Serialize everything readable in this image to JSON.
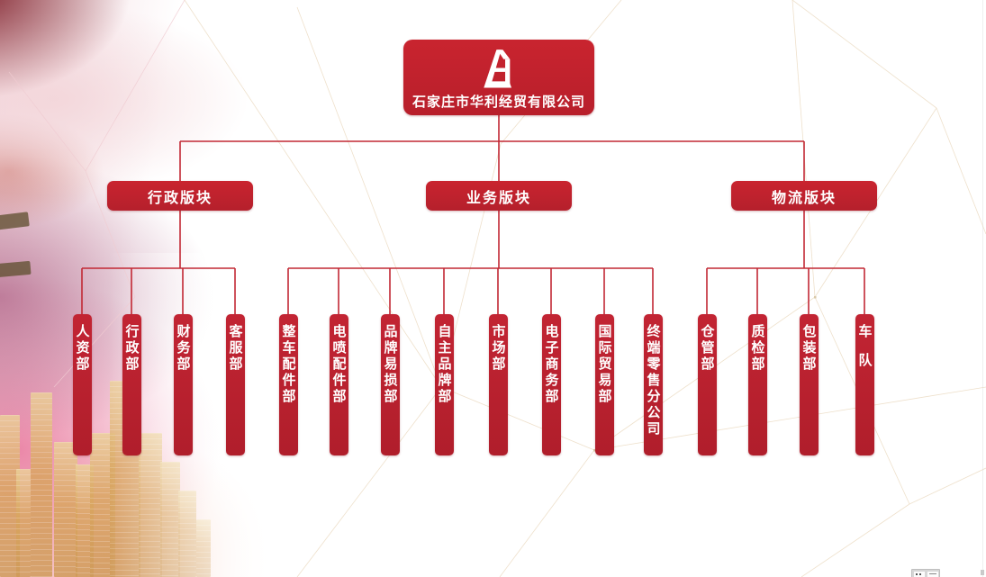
{
  "company": {
    "name": "石家庄市华利经贸有限公司",
    "logo": "huali-mountain-logo"
  },
  "divisions": [
    {
      "label": "行政版块",
      "departments": [
        "人资部",
        "行政部",
        "财务部",
        "客服部"
      ]
    },
    {
      "label": "业务版块",
      "departments": [
        "整车配件部",
        "电喷配件部",
        "品牌易损部",
        "自主品牌部",
        "市场部",
        "电子商务部",
        "国际贸易部",
        "终端零售分公司"
      ]
    },
    {
      "label": "物流版块",
      "departments": [
        "仓管部",
        "质检部",
        "包装部",
        "车队"
      ]
    }
  ],
  "colors": {
    "node_red": "#c1232f",
    "line_red": "#c22834",
    "text": "#ffffff",
    "mesh": "#e9dcc3"
  }
}
